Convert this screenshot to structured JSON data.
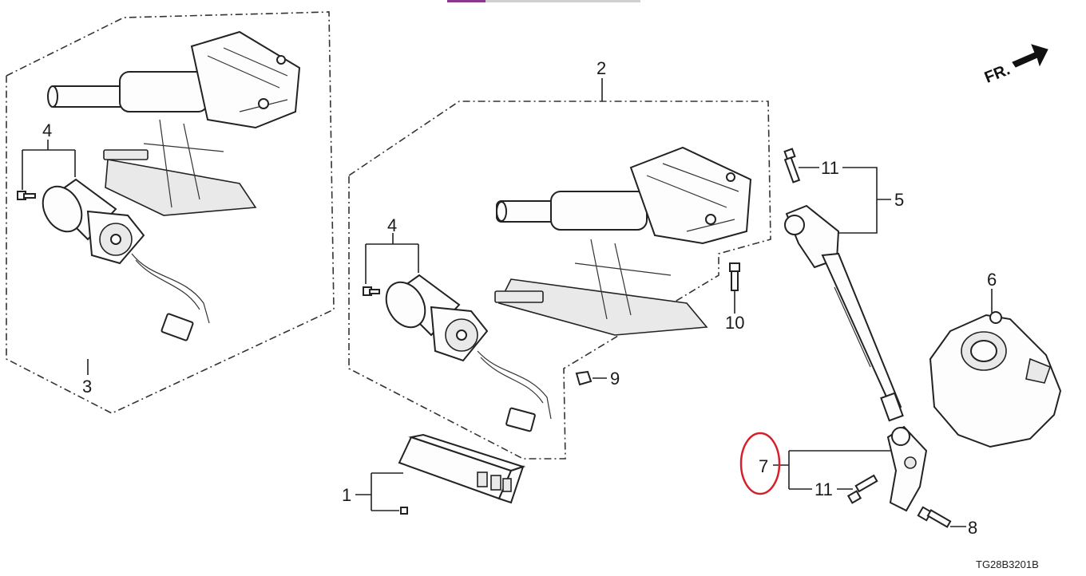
{
  "diagram": {
    "front_indicator": "FR.",
    "catalog_code": "TG28B3201B",
    "callouts": {
      "c1": "1",
      "c2": "2",
      "c3": "3",
      "c4a": "4",
      "c4b": "4",
      "c5": "5",
      "c6": "6",
      "c7": "7",
      "c8": "8",
      "c9": "9",
      "c10": "10",
      "c11a": "11",
      "c11b": "11"
    },
    "highlight_color": "#d4202a"
  }
}
